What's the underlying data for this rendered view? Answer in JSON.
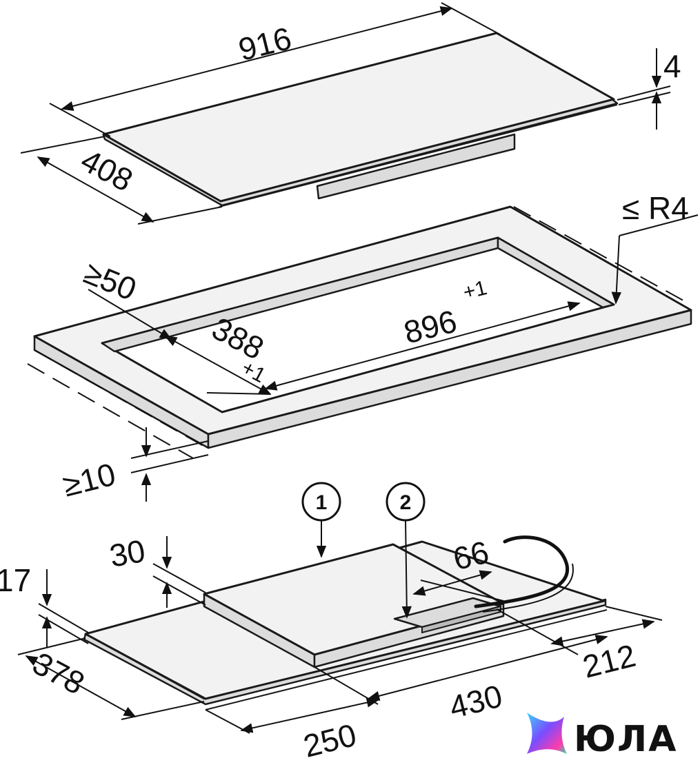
{
  "hob": {
    "width": "916",
    "depth": "408",
    "thickness": "4"
  },
  "cutout": {
    "corner_radius": "≤ R4",
    "edge_distance": "≥50",
    "width": "896",
    "width_tol": "+1",
    "depth": "388",
    "depth_tol": "+1",
    "worktop_thickness": "≥10"
  },
  "underside": {
    "callout_1": "1",
    "callout_2": "2",
    "box_height": "30",
    "base_height": "17",
    "dim_66": "66",
    "dim_212": "212",
    "dim_378": "378",
    "dim_430": "430",
    "dim_250": "250"
  },
  "logo": {
    "text": "ЮЛА",
    "colors": [
      "#3ad1ff",
      "#7a4dff",
      "#ff3cac",
      "#2bd9a8"
    ]
  }
}
